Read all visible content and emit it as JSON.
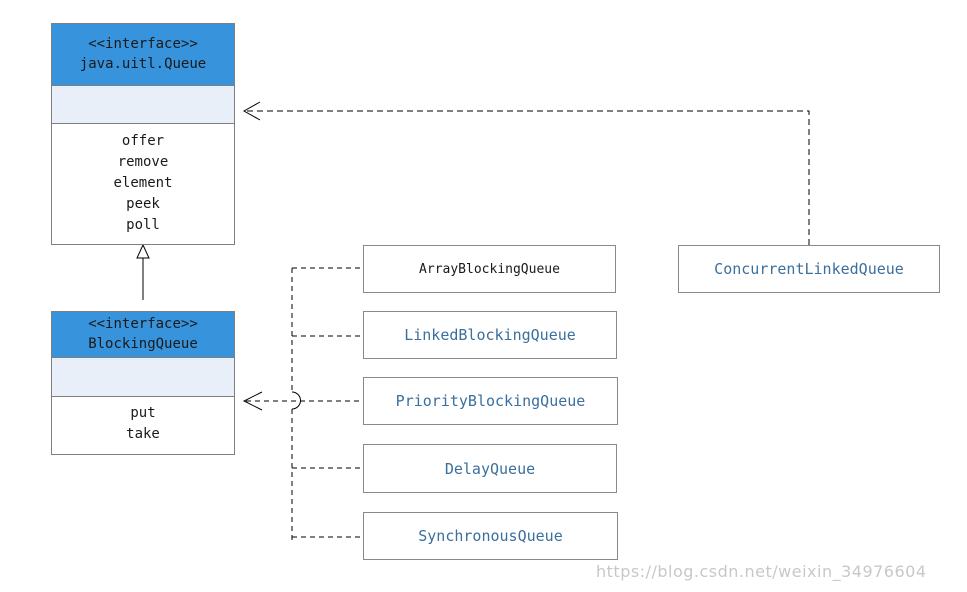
{
  "queue_interface": {
    "stereotype": "<<interface>>",
    "name": "java.uitl.Queue",
    "operations": [
      "offer",
      "remove",
      "element",
      "peek",
      "poll"
    ]
  },
  "blocking_interface": {
    "stereotype": "<<interface>>",
    "name": "BlockingQueue",
    "operations": [
      "put",
      "take"
    ]
  },
  "classes": {
    "array": "ArrayBlockingQueue",
    "linked": "LinkedBlockingQueue",
    "priority": "PriorityBlockingQueue",
    "delay": "DelayQueue",
    "synchronous": "SynchronousQueue",
    "concurrent": "ConcurrentLinkedQueue"
  },
  "watermark": "https://blog.csdn.net/weixin_34976604"
}
